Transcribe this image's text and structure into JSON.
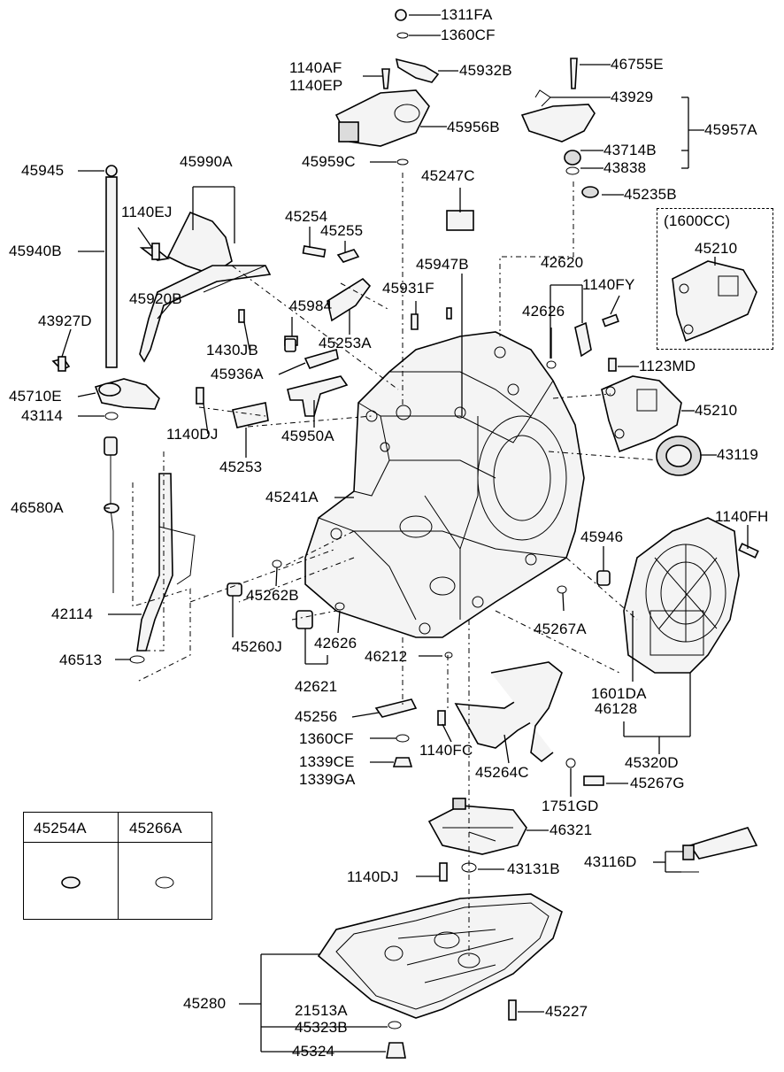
{
  "diagram": {
    "option_label": "(1600CC)",
    "legend": {
      "col1": "45254A",
      "col2": "45266A"
    },
    "parts": {
      "p1311FA": "1311FA",
      "p1360CF_top": "1360CF",
      "p1140AF": "1140AF",
      "p1140EP": "1140EP",
      "p45932B": "45932B",
      "p46755E": "46755E",
      "p43929": "43929",
      "p45956B": "45956B",
      "p45957A": "45957A",
      "p43714B": "43714B",
      "p43838": "43838",
      "p45959C": "45959C",
      "p45945": "45945",
      "p45990A": "45990A",
      "p45247C": "45247C",
      "p45235B": "45235B",
      "p1140EJ": "1140EJ",
      "p45940B": "45940B",
      "p45254": "45254",
      "p45255": "45255",
      "p45210_opt": "45210",
      "p45947B": "45947B",
      "p42620": "42620",
      "p1140FY": "1140FY",
      "p45920B": "45920B",
      "p45931F": "45931F",
      "p45984": "45984",
      "p42626_top": "42626",
      "p43927D": "43927D",
      "p1430JB": "1430JB",
      "p45253A": "45253A",
      "p1123MD": "1123MD",
      "p45936A": "45936A",
      "p45710E": "45710E",
      "p45210": "45210",
      "p43114": "43114",
      "p1140DJ_top": "1140DJ",
      "p45950A": "45950A",
      "p43119": "43119",
      "p45253": "45253",
      "p45241A": "45241A",
      "p46580A": "46580A",
      "p1140FH": "1140FH",
      "p45946": "45946",
      "p45262B": "45262B",
      "p42114": "42114",
      "p45267A": "45267A",
      "p42626_mid": "42626",
      "p45260J": "45260J",
      "p46212": "46212",
      "p46513": "46513",
      "p42621": "42621",
      "p1601DA": "1601DA",
      "p46128": "46128",
      "p45256": "45256",
      "p1360CF_mid": "1360CF",
      "p1140FC": "1140FC",
      "p45320D": "45320D",
      "p1339CE": "1339CE",
      "p1339GA": "1339GA",
      "p45264C": "45264C",
      "p45267G": "45267G",
      "p1751GD": "1751GD",
      "p46321": "46321",
      "p43116D": "43116D",
      "p1140DJ_bot": "1140DJ",
      "p43131B": "43131B",
      "p45280": "45280",
      "p45227": "45227",
      "p21513A": "21513A",
      "p45323B": "45323B",
      "p45324": "45324"
    }
  }
}
